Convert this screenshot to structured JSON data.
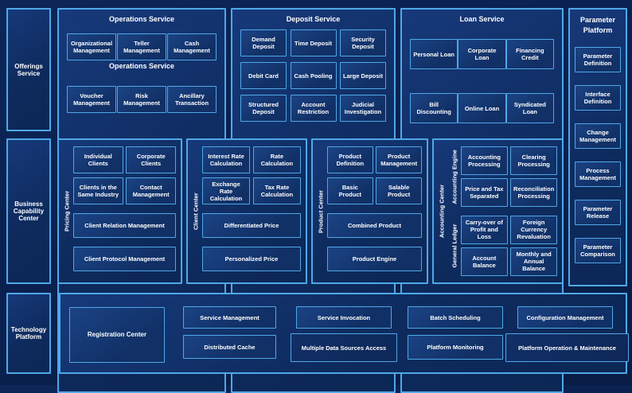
{
  "colors": {
    "page_bg": "#0A2150",
    "border_accent": "#4FA8E8",
    "panel_fill": "#0E2B5E",
    "text": "#FFFFFF"
  },
  "left_rail": {
    "offerings": "Offerings Service",
    "business_capability": "Business Capability Center",
    "technology": "Technology Platform"
  },
  "top_panels": {
    "operations": {
      "title": "Operations Service",
      "subtitle": "Operations Service",
      "row1": [
        "Organizational Management",
        "Teller Management",
        "Cash Management"
      ],
      "row2": [
        "Voucher Management",
        "Risk Management",
        "Ancillary Transaction"
      ]
    },
    "deposit": {
      "title": "Deposit Service",
      "rows": [
        [
          "Demand Deposit",
          "Time Deposit",
          "Security Deposit"
        ],
        [
          "Debit Card",
          "Cash Pooling",
          "Large Deposit"
        ],
        [
          "Structured Deposit",
          "Account Restriction",
          "Judicial Investigation"
        ]
      ]
    },
    "loan": {
      "title": "Loan Service",
      "rows": [
        [
          "Personal Loan",
          "Corporate Loan",
          "Financing Credit"
        ],
        [
          "Bill Discounting",
          "Online Loan",
          "Syndicated Loan"
        ]
      ]
    }
  },
  "right_panel": {
    "title_line1": "Parameter",
    "title_line2": "Platform",
    "items": [
      "Parameter Definition",
      "Interface Definition",
      "Change Management",
      "Process Management",
      "Parameter Release",
      "Parameter Comparison"
    ]
  },
  "middle_panels": {
    "pricing": {
      "label": "Pricing Center",
      "small": [
        "Individual Clients",
        "Corporate Clients",
        "Clients in the Same Industry",
        "Contact Management"
      ],
      "wide": [
        "Client Relation Management",
        "Client Protocol Management"
      ]
    },
    "client": {
      "label": "Client Center",
      "small": [
        "Interest Rate Calculation",
        "Rate Calculation",
        "Exchange Rate Calculation",
        "Tax Rate Calculation"
      ],
      "wide": [
        "Differentiated Price",
        "Personalized Price"
      ]
    },
    "product": {
      "label": "Product Center",
      "small": [
        "Product Definition",
        "Product Management",
        "Basic Product",
        "Salable Product"
      ],
      "wide": [
        "Combined Product",
        "Product Engine"
      ]
    },
    "accounting": {
      "outer_label": "Accounting Center",
      "groups": [
        {
          "label": "Accounting Engine",
          "boxes": [
            "Accounting Processing",
            "Clearing Processing",
            "Price and Tax Separated",
            "Reconciliation Processing"
          ]
        },
        {
          "label": "General Ledger",
          "boxes": [
            "Carry-over of Profit and Loss",
            "Foreign Currency Revaluation",
            "Account Balance",
            "Monthly and Annual Balance"
          ]
        }
      ]
    }
  },
  "bottom_panel": {
    "registration": "Registration Center",
    "row1": [
      "Service Management",
      "Service Invocation",
      "Batch Scheduling",
      "Configuration Management"
    ],
    "row2": [
      "Distributed Cache",
      "Multiple Data Sources Access",
      "Platform Monitoring",
      "Platform Operation & Maintenance"
    ]
  }
}
